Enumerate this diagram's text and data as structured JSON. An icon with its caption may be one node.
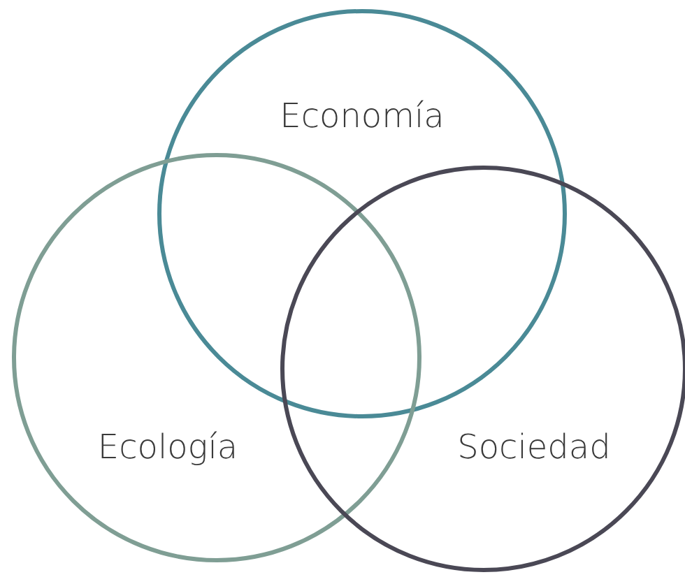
{
  "diagram": {
    "nodes": [
      {
        "text": [
          "Economía"
        ]
      },
      {
        "text": [
          "Ecología"
        ]
      },
      {
        "text": [
          "Sociedad"
        ]
      }
    ]
  }
}
